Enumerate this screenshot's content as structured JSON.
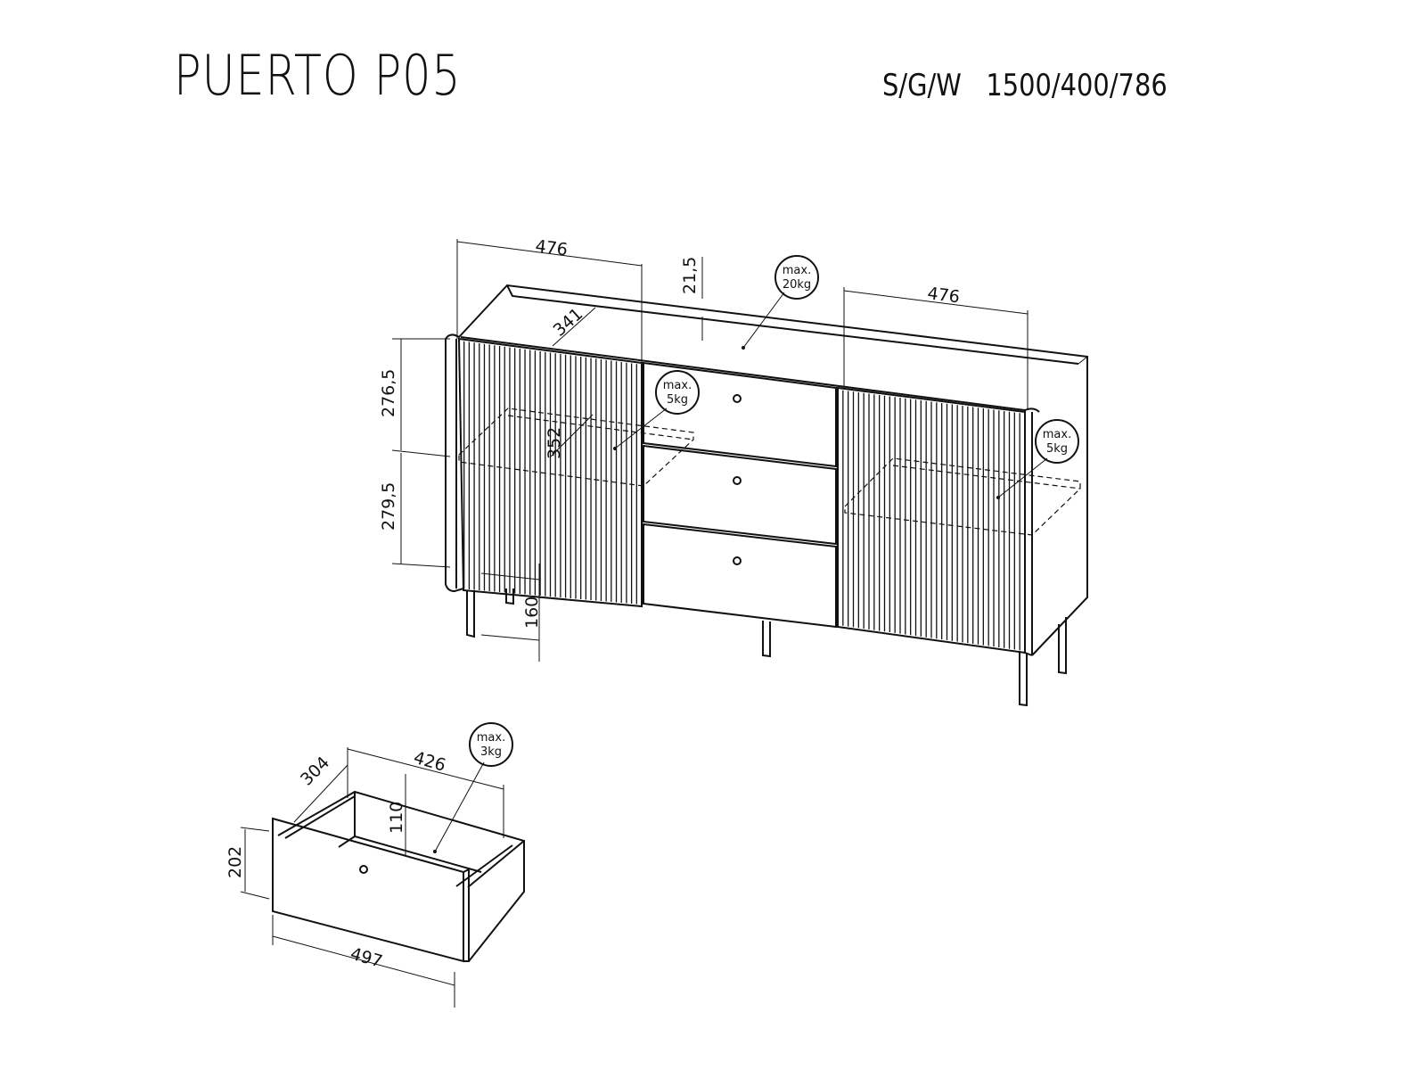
{
  "header": {
    "title": "PUERTO P05",
    "dimensions_label": "S/G/W",
    "dimensions_value": "1500/400/786"
  },
  "cabinet": {
    "dims": {
      "left_door_width": "476",
      "right_door_width": "476",
      "top_thickness": "21,5",
      "inner_depth": "341",
      "shelf_depth": "352",
      "upper_height": "276,5",
      "lower_height": "279,5",
      "leg_height": "160"
    },
    "loads": {
      "top": [
        "max.",
        "20kg"
      ],
      "left_shelf": [
        "max.",
        "5kg"
      ],
      "right_shelf": [
        "max.",
        "5kg"
      ]
    }
  },
  "drawer": {
    "dims": {
      "depth": "304",
      "inner_width": "426",
      "inner_height": "110",
      "front_height": "202",
      "front_width": "497"
    },
    "load": [
      "max.",
      "3kg"
    ]
  }
}
